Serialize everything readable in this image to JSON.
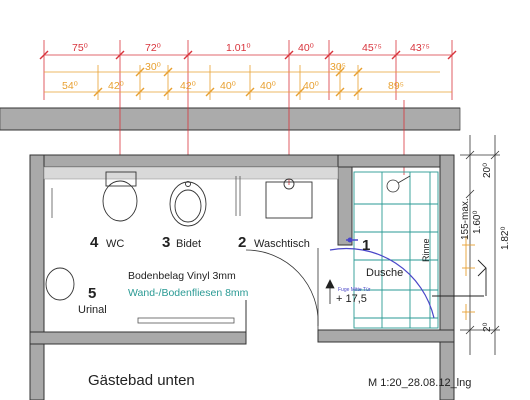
{
  "dims_top_row1": [
    "75⁰",
    "72⁰",
    "1.01⁰",
    "40⁰",
    "45⁷⁵",
    "43⁷⁵"
  ],
  "dims_top_row2": [
    "30⁰",
    "30⁵"
  ],
  "dims_top_row3": [
    "54⁰",
    "42⁰",
    "42⁰",
    "40⁰",
    "40⁰",
    "40⁰",
    "89⁵"
  ],
  "fixtures": [
    {
      "number": "4",
      "name": "WC"
    },
    {
      "number": "3",
      "name": "Bidet"
    },
    {
      "number": "2",
      "name": "Waschtisch"
    },
    {
      "number": "1",
      "name": "Dusche"
    },
    {
      "number": "5",
      "name": "Urinal"
    }
  ],
  "floor_note": "Bodenbelag Vinyl 3mm",
  "tile_note": "Wand-/Bodenfliesen 8mm",
  "rinne_label": "Rinne",
  "door_note": "Fuge Mitte Tür",
  "level_mark": "+ 17,5",
  "right_dims": [
    "20⁰",
    "155-max.",
    "1.60⁰",
    "1.82⁰",
    "2⁰"
  ],
  "room_title": "Gästebad unten",
  "scale_note": "M 1:20_28.08.12_lng",
  "colors": {
    "dimension_red": "#d8343c",
    "dimension_orange": "#e8a030",
    "tile_teal": "#2a9a94",
    "door_blue": "#4a46c8",
    "wall_gray": "#a9a9a9",
    "tile_strip": "#d9d9d9"
  }
}
